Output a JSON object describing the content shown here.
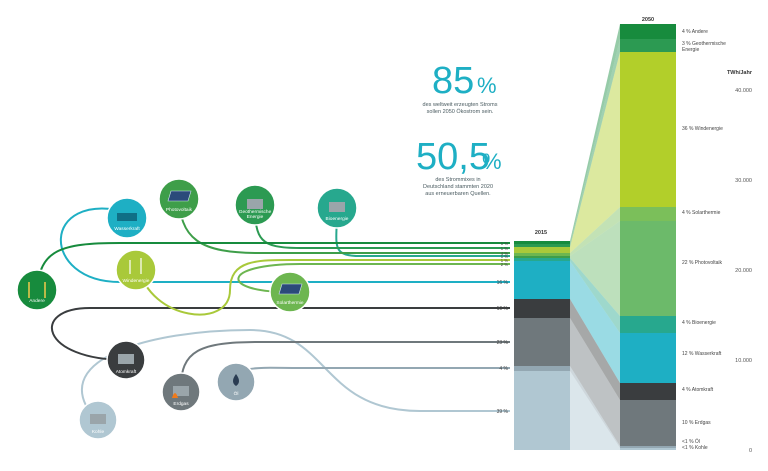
{
  "headline1": {
    "value": "85",
    "unit": "%",
    "caption_line1": "des weltweit erzeugten Stroms",
    "caption_line2": "sollen 2050 Ökostrom sein."
  },
  "headline2": {
    "value": "50,5",
    "unit": "%",
    "caption_line1": "des Strommixes in",
    "caption_line2": "Deutschland stammten 2020",
    "caption_line3": "aus erneuerbaren Quellen."
  },
  "chart_data": {
    "type": "bar",
    "title": "",
    "categories": [
      "2015",
      "2050"
    ],
    "ylabel": "TWh/Jahr",
    "ylim": [
      0,
      46000
    ],
    "yticks": [
      "0",
      "10.000",
      "20.000",
      "30.000",
      "40.000"
    ],
    "series_2015": [
      {
        "name": "Kohle",
        "label": "39 %",
        "color": "#b0c7d2"
      },
      {
        "name": "Öl",
        "label": "4 %",
        "color": "#93a7b2"
      },
      {
        "name": "Erdgas",
        "label": "23 %",
        "color": "#6f787c"
      },
      {
        "name": "Atomkraft",
        "label": "10 %",
        "color": "#3a3d3f"
      },
      {
        "name": "Wasserkraft",
        "label": "16 %",
        "color": "#1eafc4"
      },
      {
        "name": "Bioenergie",
        "label": "2 %",
        "color": "#27a88e"
      },
      {
        "name": "Photovoltaik",
        "label": "1 %",
        "color": "#3e9e49"
      },
      {
        "name": "Solarthermie",
        "label": "1 %",
        "color": "#6db650"
      },
      {
        "name": "Windenergie",
        "label": "4 %",
        "color": "#a9c93a"
      },
      {
        "name": "Geothermische Energie",
        "label": "1 %",
        "color": "#2c9a52"
      },
      {
        "name": "Andere",
        "label": "1 %",
        "color": "#178b3d"
      }
    ],
    "series_2050": [
      {
        "name": "Kohle",
        "label": "<1 % Kohle",
        "color": "#b0c7d2"
      },
      {
        "name": "Öl",
        "label": "<1 % Öl",
        "color": "#93a7b2"
      },
      {
        "name": "Erdgas",
        "label": "10 % Erdgas",
        "color": "#6f787c"
      },
      {
        "name": "Atomkraft",
        "label": "4 % Atomkraft",
        "color": "#3a3d3f"
      },
      {
        "name": "Wasserkraft",
        "label": "12 % Wasserkraft",
        "color": "#1eafc4"
      },
      {
        "name": "Bioenergie",
        "label": "4 % Bioenergie",
        "color": "#27a88e"
      },
      {
        "name": "Photovoltaik",
        "label": "22 % Photovoltaik",
        "color": "#6cba6a"
      },
      {
        "name": "Solarthermie",
        "label": "4 % Solarthermie",
        "color": "#7bbf5a"
      },
      {
        "name": "Windenergie",
        "label": "36 % Windenergie",
        "color": "#b2cf2a"
      },
      {
        "name": "Geothermische Energie",
        "label_line1": "3 % Geothermische",
        "label_line2": "Energie",
        "color": "#2c9a52"
      },
      {
        "name": "Andere",
        "label": "4 % Andere",
        "color": "#178b3d"
      }
    ]
  },
  "sources": [
    {
      "key": "andere",
      "label": "Andere",
      "color": "#178b3d"
    },
    {
      "key": "wasser",
      "label": "Wasserkraft",
      "color": "#1eafc4"
    },
    {
      "key": "pv",
      "label": "Photovoltaik",
      "color": "#3e9e49"
    },
    {
      "key": "geo",
      "label_line1": "Geothermische",
      "label_line2": "Energie",
      "color": "#2c9a52"
    },
    {
      "key": "bio",
      "label": "Bioenergie",
      "color": "#27a88e"
    },
    {
      "key": "wind",
      "label": "Windenergie",
      "color": "#a9c93a"
    },
    {
      "key": "solar",
      "label": "Solarthermie",
      "color": "#6db650"
    },
    {
      "key": "atom",
      "label": "Atomkraft",
      "color": "#3a3d3f"
    },
    {
      "key": "gas",
      "label": "Erdgas",
      "color": "#6f787c"
    },
    {
      "key": "oel",
      "label": "Öl",
      "color": "#93a7b2"
    },
    {
      "key": "kohle",
      "label": "Kohle",
      "color": "#b0c7d2"
    }
  ],
  "colors": {
    "headline": "#1eafc4"
  }
}
